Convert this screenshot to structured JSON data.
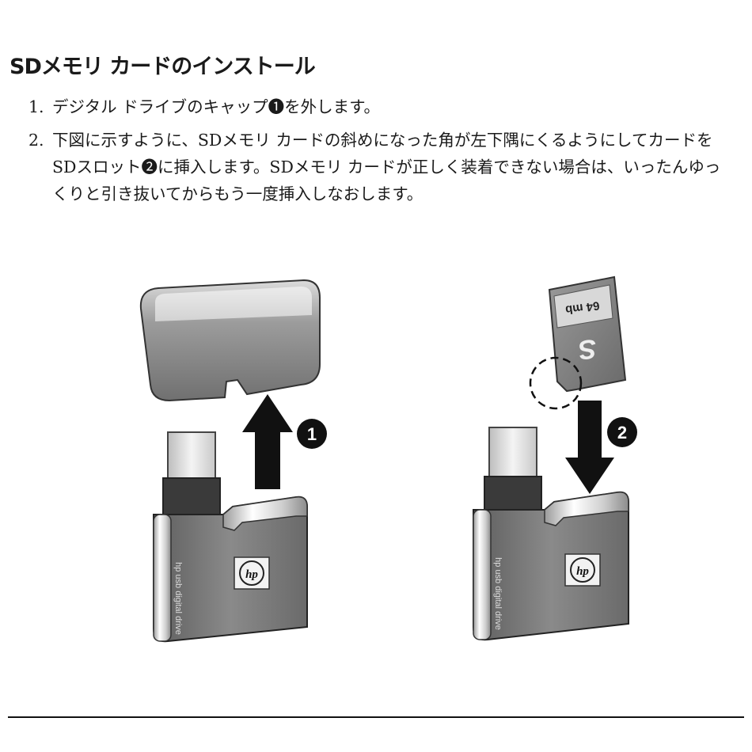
{
  "section": {
    "title": "SDメモリ カードのインストール"
  },
  "steps": [
    {
      "num": "1.",
      "text": "デジタル ドライブのキャップ❶を外します。"
    },
    {
      "num": "2.",
      "text": "下図に示すように、SDメモリ カードの斜めになった角が左下隅にくるようにしてカードをSDスロット❷に挿入します。SDメモリ カードが正しく装着できない場合は、いったんゆっくりと引き抜いてからもう一度挿入しなおします。"
    }
  ],
  "figure": {
    "callout_1": "1",
    "callout_2": "2",
    "drive_label_left": "hp usb digital drive",
    "drive_label_right": "hp usb digital drive",
    "sd_card_capacity": "64 mb",
    "sd_card_logo": "S",
    "hp_logo_left": "hp",
    "hp_logo_right": "hp"
  }
}
